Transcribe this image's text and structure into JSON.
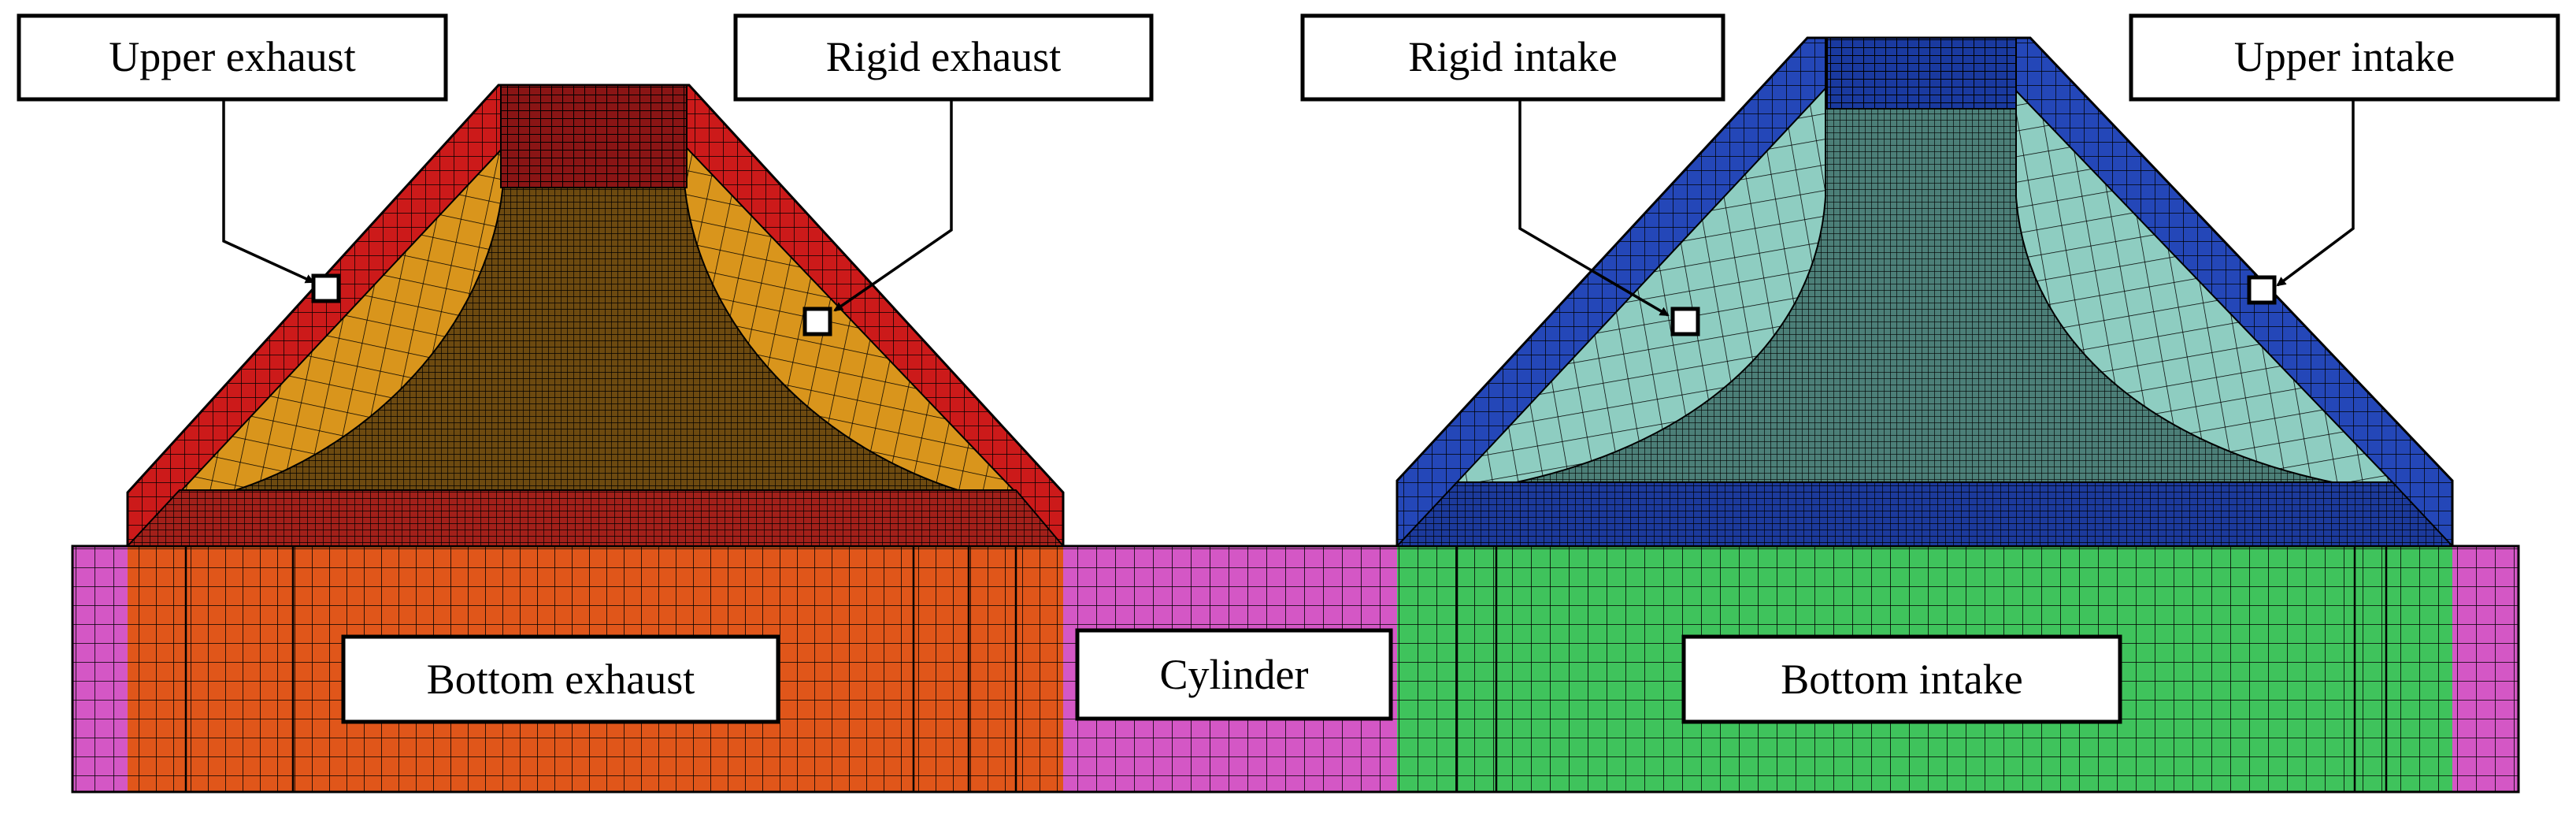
{
  "labels": {
    "upper_exhaust": "Upper exhaust",
    "rigid_exhaust": "Rigid exhaust",
    "rigid_intake": "Rigid intake",
    "upper_intake": "Upper intake",
    "bottom_exhaust": "Bottom exhaust",
    "cylinder": "Cylinder",
    "bottom_intake": "Bottom intake"
  },
  "colors": {
    "upper_exhaust": "#cc1a1a",
    "rigid_exhaust": "#d9951c",
    "exhaust_valve_band": "#a2201a",
    "bottom_exhaust": "#e0561a",
    "cylinder": "#d457c5",
    "upper_intake": "#2447b8",
    "rigid_intake": "#8ecdc1",
    "intake_valve_band": "#1c3a9c",
    "bottom_intake": "#3fc35c",
    "mesh_line": "#000000"
  }
}
